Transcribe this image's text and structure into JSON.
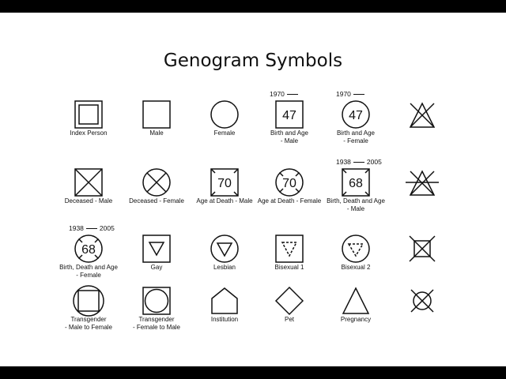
{
  "title": "Genogram Symbols",
  "rows": [
    [
      {
        "name": "index-person-symbol",
        "shape": "double-square",
        "label": "Index Person"
      },
      {
        "name": "male-symbol",
        "shape": "square",
        "label": "Male"
      },
      {
        "name": "female-symbol",
        "shape": "circle",
        "label": "Female"
      },
      {
        "name": "birth-age-male-symbol",
        "shape": "square",
        "age": "47",
        "birth_year": "1970",
        "label": "Birth and Age\n- Male"
      },
      {
        "name": "birth-age-female-symbol",
        "shape": "circle",
        "age": "47",
        "birth_year": "1970",
        "label": "Birth and Age\n- Female"
      },
      {
        "name": "crossed-triangle-symbol",
        "shape": "triangle-x",
        "label": ""
      }
    ],
    [
      {
        "name": "deceased-male-symbol",
        "shape": "square-x",
        "label": "Deceased - Male"
      },
      {
        "name": "deceased-female-symbol",
        "shape": "circle-x",
        "label": "Deceased - Female"
      },
      {
        "name": "age-at-death-male-symbol",
        "shape": "square-ticks",
        "age": "70",
        "label": "Age at Death - Male"
      },
      {
        "name": "age-at-death-female-symbol",
        "shape": "circle-ticks",
        "age": "70",
        "label": "Age at Death - Female"
      },
      {
        "name": "birth-death-age-male-symbol",
        "shape": "square-ticks",
        "age": "68",
        "birth_year": "1938",
        "death_year": "2005",
        "label": "Birth, Death and Age\n- Male"
      },
      {
        "name": "crossed-triangle-line-symbol",
        "shape": "triangle-x-line",
        "label": ""
      }
    ],
    [
      {
        "name": "birth-death-age-female-symbol",
        "shape": "circle-ticks",
        "age": "68",
        "birth_year": "1938",
        "death_year": "2005",
        "label": "Birth, Death and Age\n- Female"
      },
      {
        "name": "gay-symbol",
        "shape": "square-triangle",
        "label": "Gay"
      },
      {
        "name": "lesbian-symbol",
        "shape": "circle-triangle",
        "label": "Lesbian"
      },
      {
        "name": "bisexual-1-symbol",
        "shape": "square-dashed-triangle",
        "label": "Bisexual 1"
      },
      {
        "name": "bisexual-2-symbol",
        "shape": "circle-dashed-triangle",
        "label": "Bisexual 2"
      },
      {
        "name": "crossed-square-small-symbol",
        "shape": "small-square-x",
        "label": ""
      }
    ],
    [
      {
        "name": "transgender-m2f-symbol",
        "shape": "circle-square",
        "label": "Transgender\n- Male to Female"
      },
      {
        "name": "transgender-f2m-symbol",
        "shape": "square-circle",
        "label": "Transgender\n- Female to Male"
      },
      {
        "name": "institution-symbol",
        "shape": "house",
        "label": "Institution"
      },
      {
        "name": "pet-symbol",
        "shape": "diamond",
        "label": "Pet"
      },
      {
        "name": "pregnancy-symbol",
        "shape": "triangle",
        "label": "Pregnancy"
      },
      {
        "name": "crossed-circle-small-symbol",
        "shape": "small-circle-x",
        "label": ""
      }
    ]
  ]
}
